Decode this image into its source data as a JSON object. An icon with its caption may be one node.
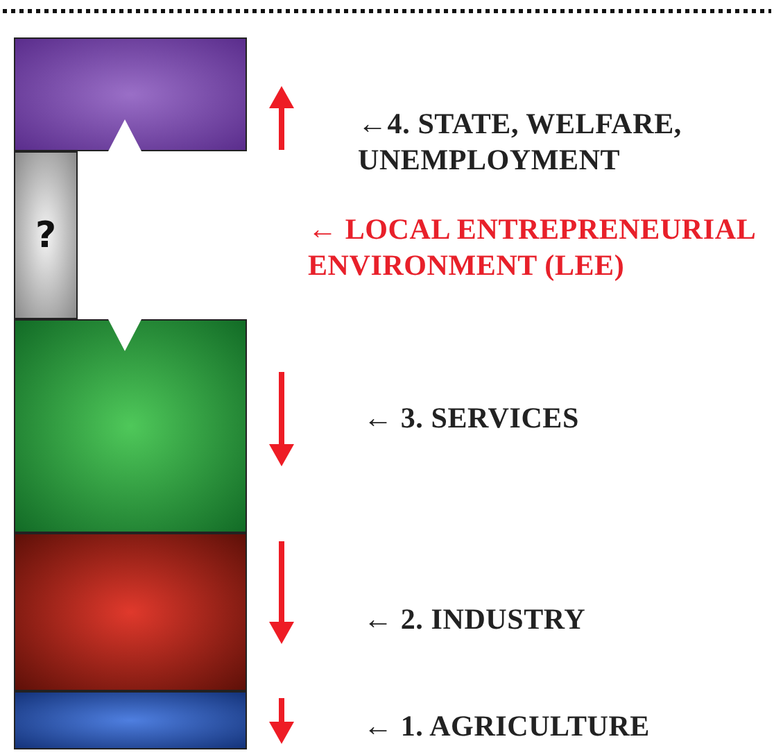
{
  "diagram": {
    "nodes": [
      {
        "text": [],
        "shape": "box"
      },
      {
        "text": [
          "?"
        ]
      },
      {
        "text": [],
        "shape": "box"
      },
      {
        "text": [],
        "shape": "box"
      },
      {
        "text": [],
        "shape": "box"
      }
    ],
    "labels": [
      "←4. STATE, WELFARE, UNEMPLOYMENT",
      "← LOCAL ENTREPRENEURIAL ENVIRONMENT (LEE)",
      "← 3. SERVICES",
      "← 2. INDUSTRY",
      "← 1. AGRICULTURE"
    ]
  }
}
